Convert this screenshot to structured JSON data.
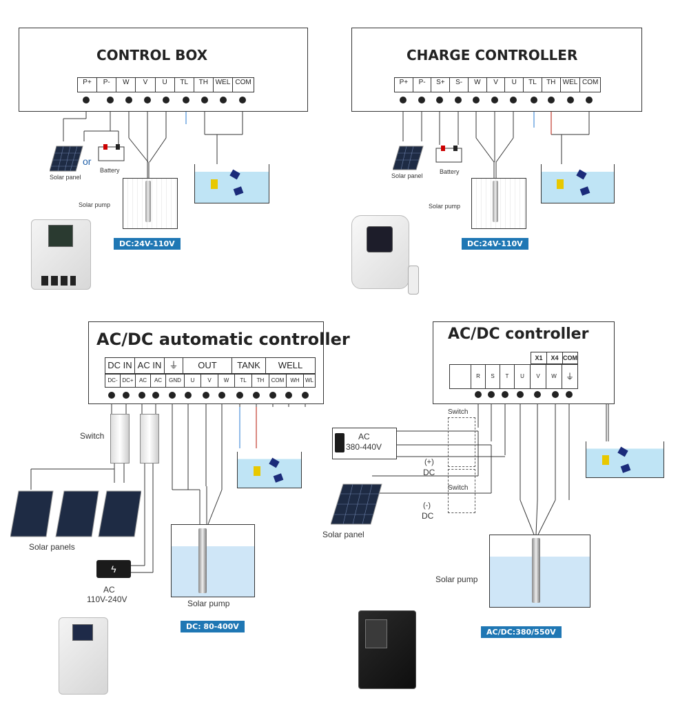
{
  "diagrams": {
    "control_box": {
      "title": "CONTROL BOX",
      "terminals": [
        "P+",
        "P-",
        "W",
        "V",
        "U",
        "TL",
        "TH",
        "WEL",
        "COM"
      ],
      "solar_panel": "Solar panel",
      "or": "or",
      "battery": "Battery",
      "pump": "Solar pump",
      "badge": "DC:24V-110V"
    },
    "charge_controller": {
      "title": "CHARGE CONTROLLER",
      "terminals": [
        "P+",
        "P-",
        "S+",
        "S-",
        "W",
        "V",
        "U",
        "TL",
        "TH",
        "WEL",
        "COM"
      ],
      "solar_panel": "Solar panel",
      "battery": "Battery",
      "pump": "Solar pump",
      "badge": "DC:24V-110V"
    },
    "acdc_automatic": {
      "title": "AC/DC automatic controller",
      "groups": [
        "DC IN",
        "AC IN",
        "OUT",
        "TANK",
        "WELL"
      ],
      "terminals": [
        "DC-",
        "DC+",
        "AC",
        "AC",
        "GND",
        "U",
        "V",
        "W",
        "TL",
        "TH",
        "COM",
        "WH",
        "WL"
      ],
      "switch": "Switch",
      "solar_panels": "Solar panels",
      "ac_label": "AC",
      "ac_voltage": "110V-240V",
      "pump": "Solar pump",
      "badge": "DC: 80-400V"
    },
    "acdc_controller": {
      "title": "AC/DC controller",
      "top_terminals": [
        "X1",
        "X4",
        "COM"
      ],
      "terminals": [
        "R",
        "S",
        "T",
        "U",
        "V",
        "W"
      ],
      "switch_top": "Switch",
      "switch_bottom": "Switch",
      "ac_label": "AC",
      "ac_voltage": "380-440V",
      "dc_plus": "(+)",
      "dc_plus_label": "DC",
      "dc_minus": "(-)",
      "dc_minus_label": "DC",
      "solar_panel": "Solar panel",
      "pump": "Solar pump",
      "badge": "AC/DC:380/550V"
    }
  }
}
